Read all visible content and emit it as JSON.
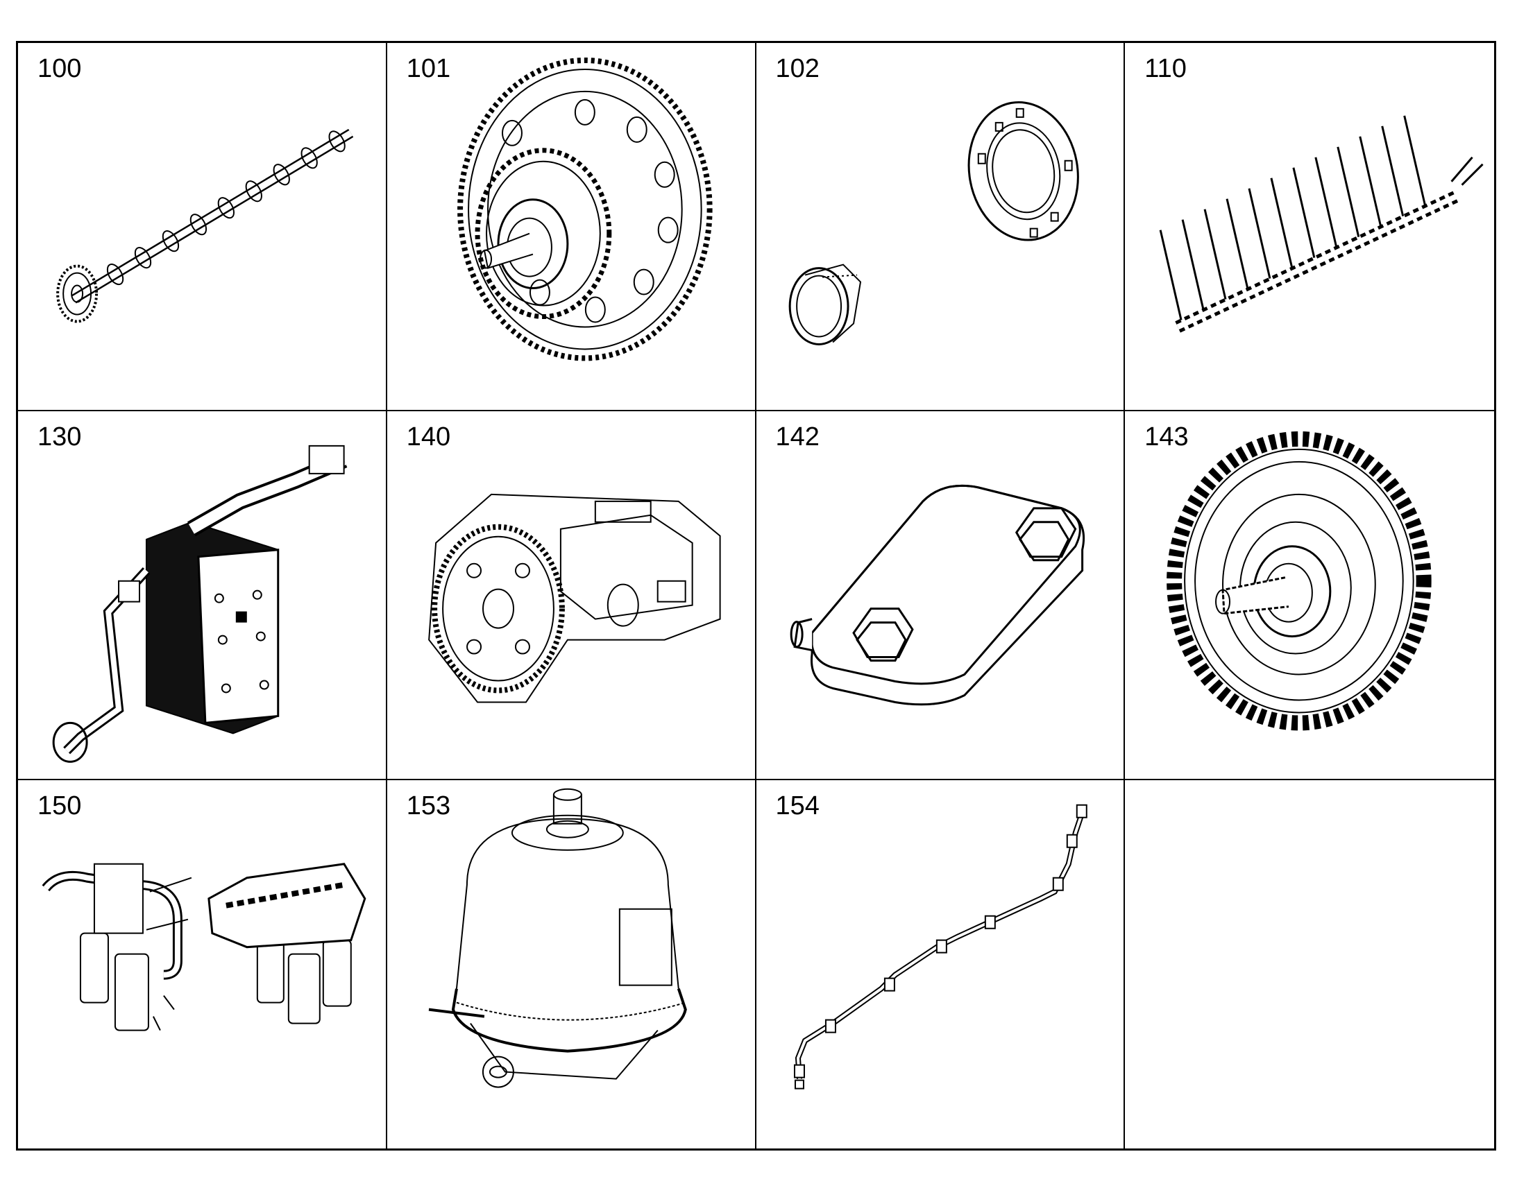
{
  "diagram": {
    "cells": [
      {
        "label": "100",
        "icon": "camshaft-icon"
      },
      {
        "label": "101",
        "icon": "large-gear-with-hub-icon"
      },
      {
        "label": "102",
        "icon": "bearing-ring-and-flange-icon"
      },
      {
        "label": "110",
        "icon": "rocker-and-pushrod-set-icon"
      },
      {
        "label": "130",
        "icon": "oil-cooler-icon"
      },
      {
        "label": "140",
        "icon": "oil-pump-icon"
      },
      {
        "label": "142",
        "icon": "flange-plate-with-bolts-icon"
      },
      {
        "label": "143",
        "icon": "idler-gear-icon"
      },
      {
        "label": "150",
        "icon": "filter-housing-assembly-icon"
      },
      {
        "label": "153",
        "icon": "centrifugal-oil-filter-icon"
      },
      {
        "label": "154",
        "icon": "pipe-line-icon"
      },
      {
        "label": "",
        "icon": ""
      }
    ]
  }
}
